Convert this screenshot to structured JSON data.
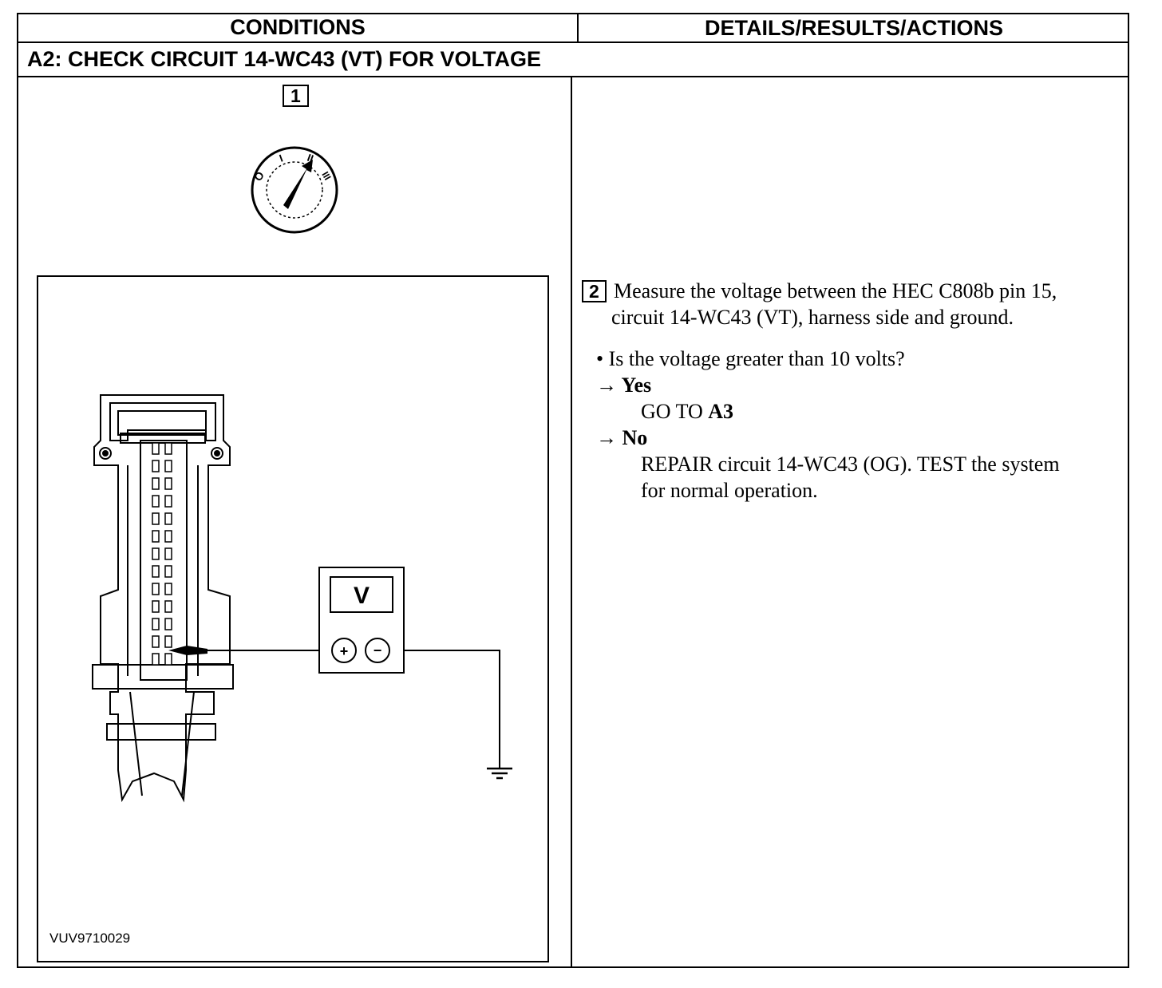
{
  "table": {
    "col_left_header": "CONDITIONS",
    "col_right_header": "DETAILS/RESULTS/ACTIONS",
    "test_title": "A2: CHECK CIRCUIT 14-WC43 (VT) FOR VOLTAGE"
  },
  "step1": {
    "number": "1",
    "ignition_labels": [
      "O",
      "I",
      "II",
      "III"
    ]
  },
  "figure": {
    "meter_label": "V",
    "plus": "+",
    "minus": "−",
    "figure_id": "VUV9710029"
  },
  "step2": {
    "number": "2",
    "instruction_line1": "Measure the voltage between the HEC C808b pin 15,",
    "instruction_line2": "circuit 14-WC43 (VT), harness side and ground.",
    "question": "• Is the voltage greater than 10 volts?",
    "arrow": "→",
    "yes_label": "Yes",
    "yes_action_prefix": "GO TO ",
    "yes_action_target": "A3",
    "no_label": "No",
    "no_action_line1": "REPAIR circuit 14-WC43 (OG). TEST the system",
    "no_action_line2": "for normal operation."
  }
}
